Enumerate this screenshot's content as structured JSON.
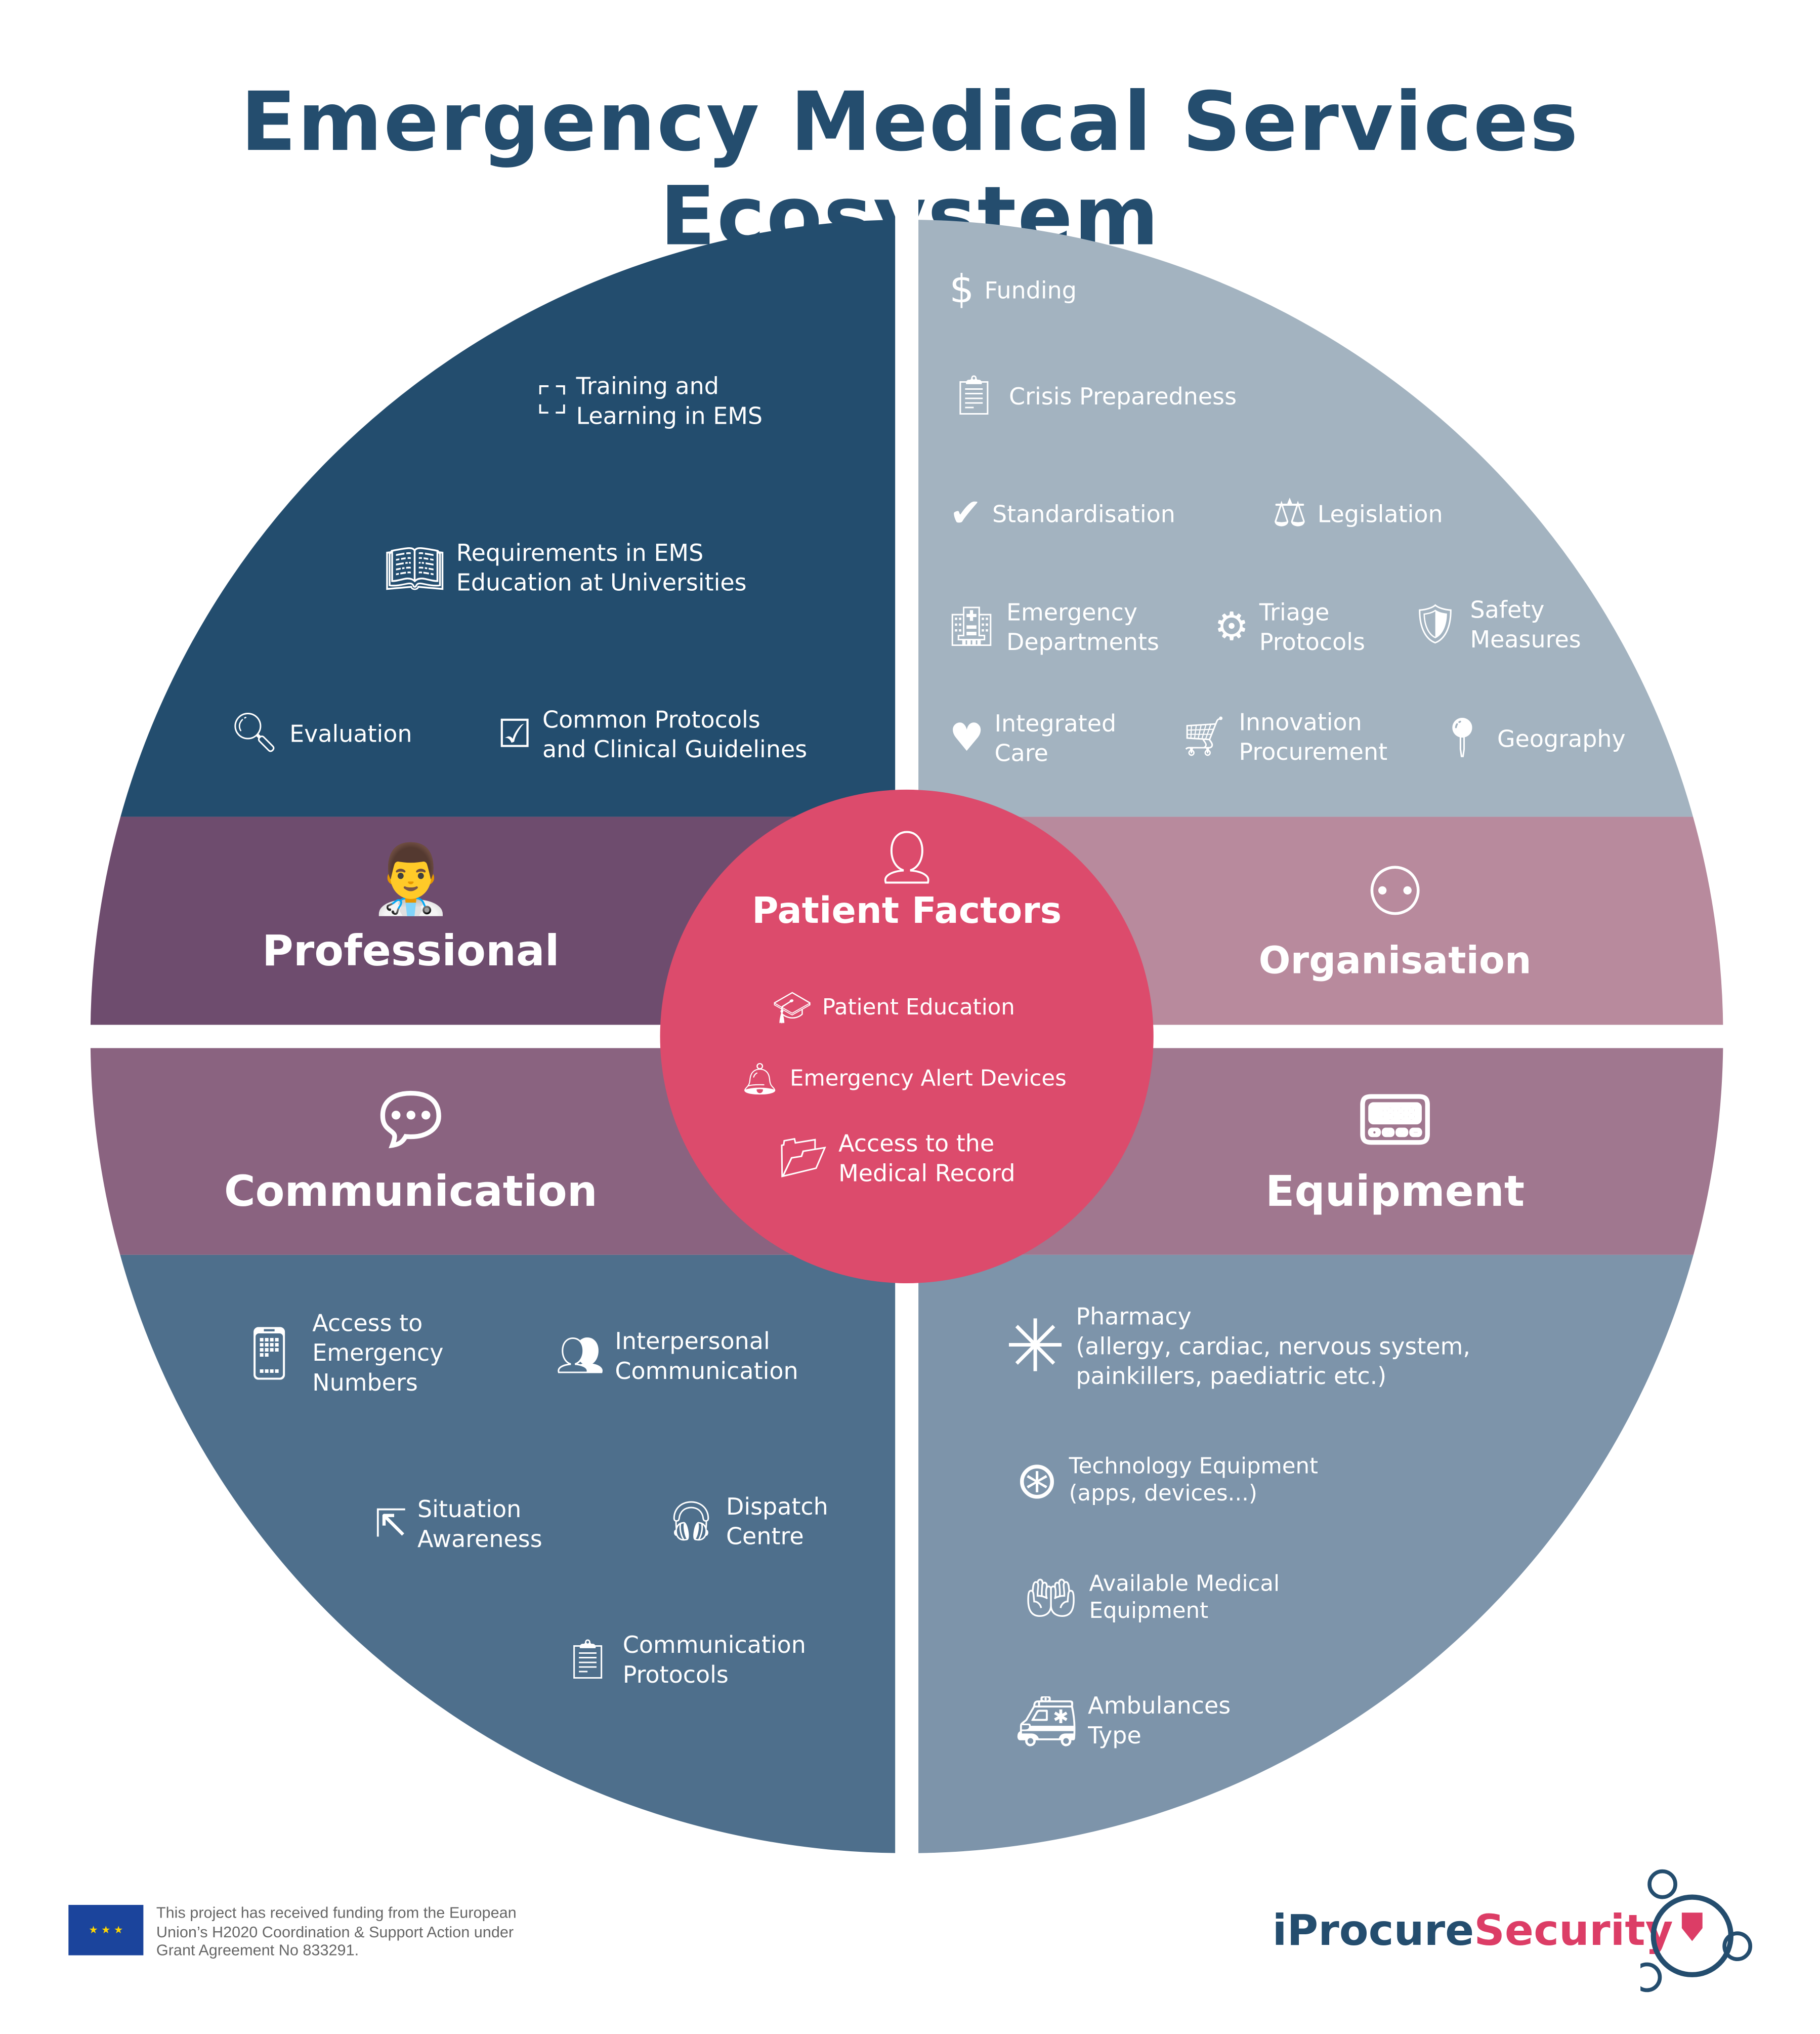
{
  "title": "Emergency Medical Services Ecosystem",
  "colors": {
    "title": "#244d6e",
    "professional_quadrant": "#234d6e",
    "organisation_quadrant": "#a3b3c0",
    "communication_quadrant": "#4e6f8c",
    "equipment_quadrant": "#7d94aa",
    "professional_band": "#6e4c6e",
    "organisation_band": "#b88a9d",
    "communication_band": "#8a6380",
    "equipment_band": "#a0778f",
    "center": "#dc4b6c"
  },
  "center": {
    "title": "Patient Factors",
    "items": [
      "Patient Education",
      "Emergency Alert Devices",
      "Access to the\nMedical Record"
    ]
  },
  "categories": {
    "professional": "Professional",
    "organisation": "Organisation",
    "communication": "Communication",
    "equipment": "Equipment"
  },
  "professional_items": [
    "Training and\nLearning in EMS",
    "Requirements in EMS\nEducation at Universities",
    "Evaluation",
    "Common Protocols\nand Clinical Guidelines"
  ],
  "organisation_items": [
    "Funding",
    "Crisis Preparedness",
    "Standardisation",
    "Legislation",
    "Emergency\nDepartments",
    "Triage\nProtocols",
    "Safety\nMeasures",
    "Integrated\nCare",
    "Innovation\nProcurement",
    "Geography"
  ],
  "communication_items": [
    "Access to\nEmergency\nNumbers",
    "Interpersonal\nCommunication",
    "Situation\nAwareness",
    "Dispatch\nCentre",
    "Communication\nProtocols"
  ],
  "equipment_items": [
    "Pharmacy\n(allergy, cardiac, nervous system,\npainkillers, paediatric etc.)",
    "Technology Equipment\n(apps, devices...)",
    "Available Medical\nEquipment",
    "Ambulances\nType"
  ],
  "footer": {
    "funding_text": "This project has received funding from the European\nUnion’s H2020 Coordination & Support Action under\nGrant Agreement No 833291.",
    "logo_part1": "iProcure",
    "logo_part2": "Security"
  }
}
